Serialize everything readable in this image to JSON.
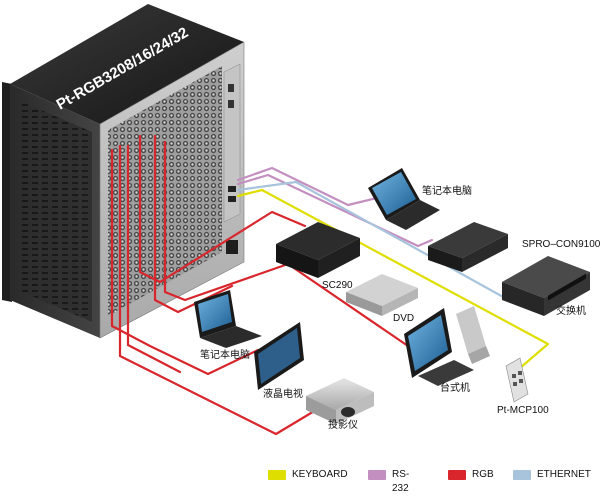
{
  "matrix": {
    "model": "Pt-RGB3208/16/24/32"
  },
  "devices": {
    "laptop_top": "笔记本电脑",
    "spro": "SPRO–CON9100",
    "switch": "交换机",
    "sc290": "SC290",
    "dvd": "DVD",
    "laptop_left": "笔记本电脑",
    "desktop": "台式机",
    "tv": "液晶电视",
    "mcp": "Pt-MCP100",
    "projector": "投影仪"
  },
  "legend": [
    {
      "label": "KEYBOARD",
      "color": "#dede00"
    },
    {
      "label": "RS-232",
      "color": "#c38fc0"
    },
    {
      "label": "RGB",
      "color": "#d8262c"
    },
    {
      "label": "ETHERNET",
      "color": "#a8c4dc"
    }
  ],
  "connections": [
    {
      "type": "RS-232",
      "from": "matrix",
      "to": "laptop_top"
    },
    {
      "type": "RS-232",
      "from": "matrix",
      "to": "spro"
    },
    {
      "type": "ETHERNET",
      "from": "matrix",
      "to": "switch"
    },
    {
      "type": "KEYBOARD",
      "from": "matrix",
      "to": "mcp"
    },
    {
      "type": "RGB",
      "from": "sc290",
      "to": "matrix"
    },
    {
      "type": "RGB",
      "from": "laptop_left",
      "to": "matrix"
    },
    {
      "type": "RGB",
      "from": "desktop",
      "to": "matrix"
    },
    {
      "type": "RGB",
      "from": "matrix",
      "to": "tv"
    },
    {
      "type": "RGB",
      "from": "matrix",
      "to": "projector"
    }
  ]
}
